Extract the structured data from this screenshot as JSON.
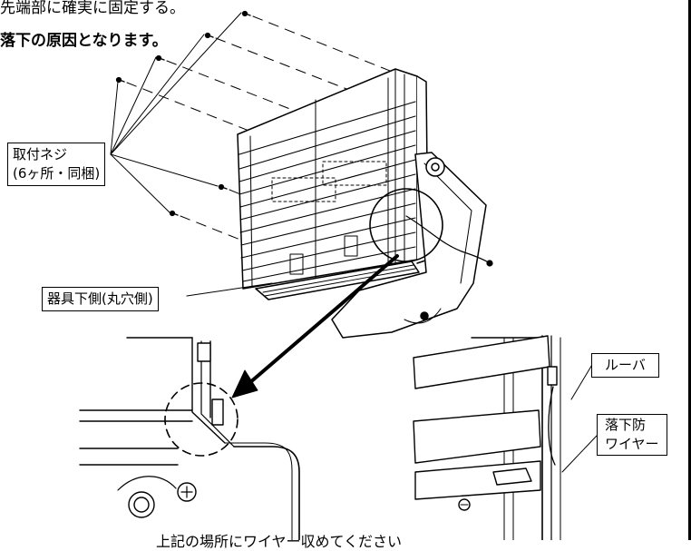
{
  "instructions": {
    "line1": "先端部に確実に固定する。",
    "line2": "落下の原因となります。"
  },
  "callouts": {
    "screws_line1": "取付ネジ",
    "screws_line2": "(6ヶ所・同梱)",
    "bottom_side": "器具下側(丸穴側)",
    "louver": "ルーバ",
    "fall_wire_line1": "落下防",
    "fall_wire_line2": "ワイヤー"
  },
  "bottom_note": "上記の場所にワイヤー収めてください"
}
